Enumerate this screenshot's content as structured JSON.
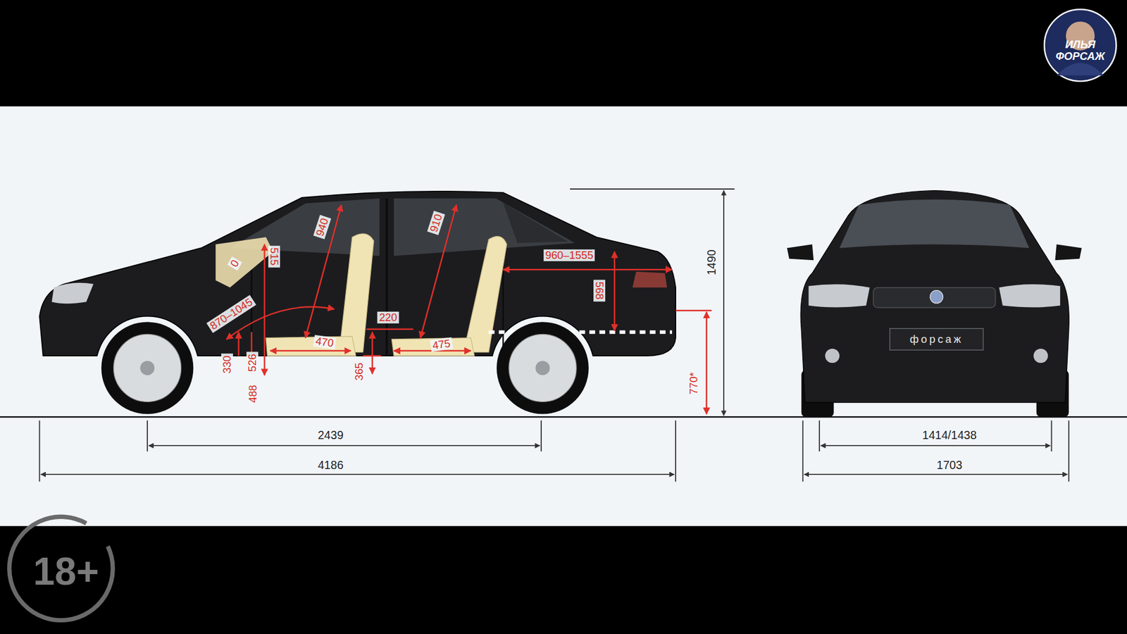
{
  "diagram": {
    "labels": [
      "ИЛЬЯ ФОРСАЖ",
      "940",
      "910",
      "0",
      "515",
      "960–1555",
      "568",
      "1490",
      "870–1045",
      "220",
      "470",
      "475",
      "330",
      "526",
      "488",
      "365",
      "770*",
      "2439",
      "4186",
      "1414/1438",
      "1703",
      "форсаж",
      "18+"
    ]
  }
}
